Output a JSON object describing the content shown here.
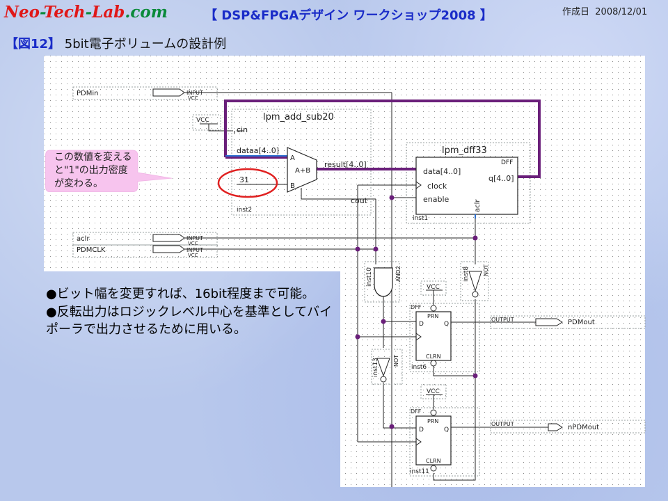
{
  "header": {
    "site_part1": "Neo",
    "site_sep1": "-",
    "site_part2": "Tech",
    "site_sep2": "-",
    "site_part3": "Lab",
    "site_part4": ".com",
    "workshop": "【 DSP&FPGAデザイン ワークショップ2008 】",
    "date_label": "作成日",
    "date": "2008/12/01"
  },
  "figure": {
    "number": "【図12】",
    "title": "5bit電子ボリュームの設計例"
  },
  "note": {
    "lines": [
      "この数値を変える",
      "と\"1\"の出力密度",
      "が変わる。"
    ]
  },
  "bullets": [
    "●ビット幅を変更すれば、16bit程度まで可能。",
    "●反転出力はロジックレベル中心を基準としてバイポーラで出力させるために用いる。"
  ],
  "schematic": {
    "inputs": {
      "pdmin": "PDMin",
      "aclr": "aclr",
      "pdmclk": "PDMCLK",
      "input": "INPUT",
      "vcc_pin": "VCC"
    },
    "outputs": {
      "pdmout": "PDMout",
      "npdmout": "nPDMout",
      "output": "OUTPUT"
    },
    "vcc": "VCC",
    "adder": {
      "name": "lpm_add_sub20",
      "inst": "inst2",
      "cin": "cin",
      "dataa": "dataa[4..0]",
      "constant": "31",
      "a": "A",
      "b": "B",
      "sum": "A+B",
      "result": "result[4..0]",
      "cout": "cout"
    },
    "dff": {
      "name": "lpm_dff33",
      "inst": "inst1",
      "type": "DFF",
      "data": "data[4..0]",
      "clock": "clock",
      "enable": "enable",
      "q": "q[4..0]",
      "aclr": "aclr"
    },
    "and_gate": {
      "inst": "inst10",
      "type": "AND2"
    },
    "not_gates": [
      {
        "inst": "inst8",
        "type": "NOT"
      },
      {
        "inst": "inst13",
        "type": "NOT"
      }
    ],
    "flipflops": [
      {
        "inst": "inst6",
        "type": "DFF",
        "prn": "PRN",
        "clrn": "CLRN",
        "d": "D",
        "q": "Q"
      },
      {
        "inst": "inst11",
        "type": "DFF",
        "prn": "PRN",
        "clrn": "CLRN",
        "d": "D",
        "q": "Q"
      }
    ]
  }
}
